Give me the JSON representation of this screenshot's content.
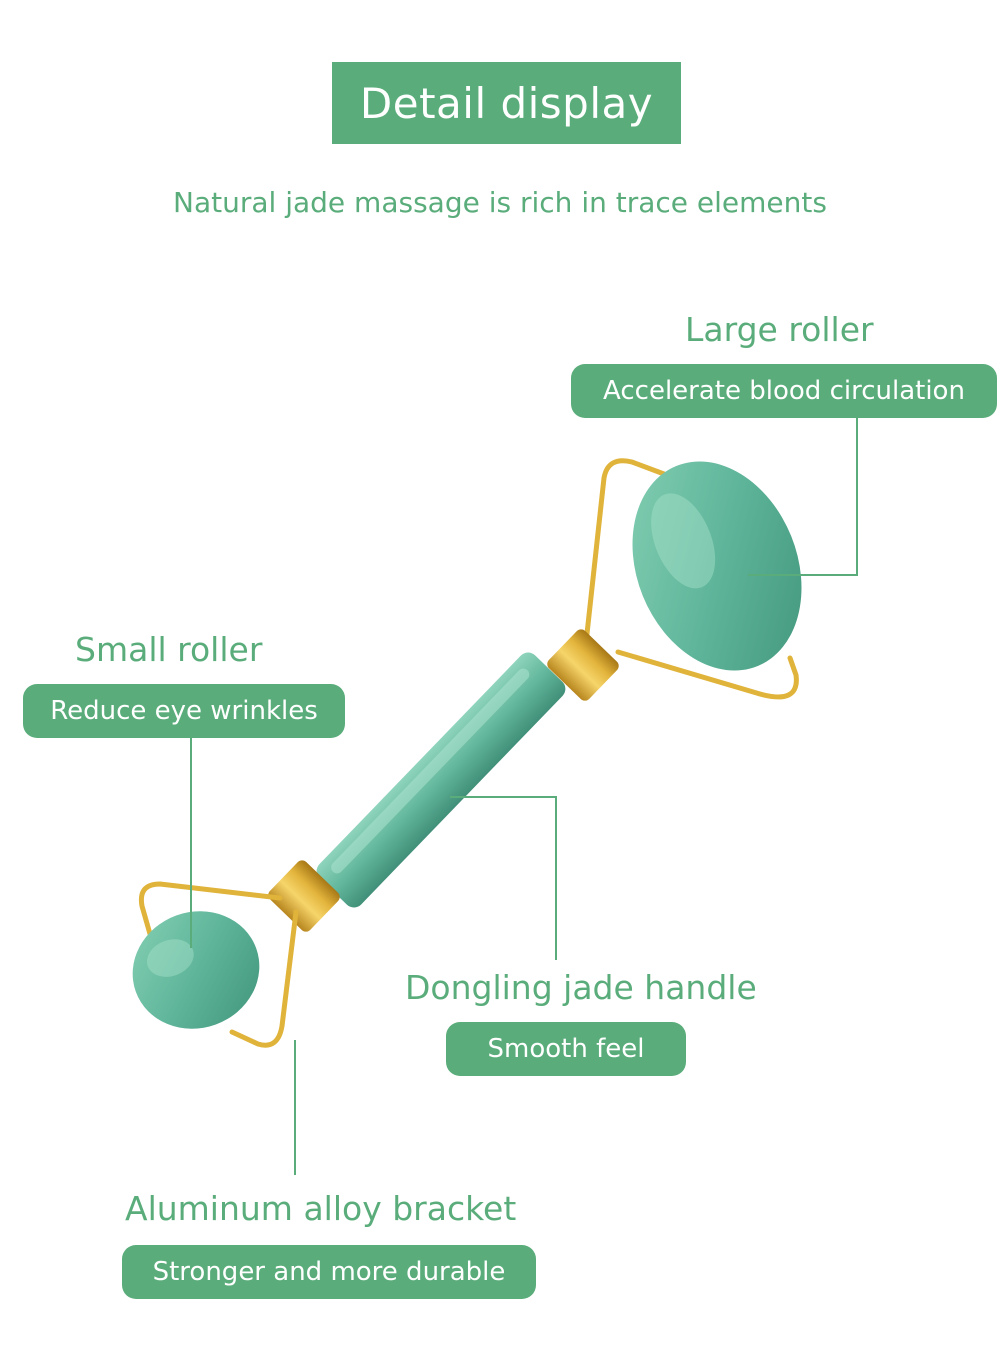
{
  "header": {
    "title": "Detail display",
    "subtitle": "Natural jade massage is rich in trace elements"
  },
  "callouts": {
    "large_roller": {
      "title": "Large roller",
      "desc": "Accelerate blood circulation"
    },
    "small_roller": {
      "title": "Small roller",
      "desc": "Reduce eye wrinkles"
    },
    "handle": {
      "title": "Dongling jade handle",
      "desc": "Smooth feel"
    },
    "bracket": {
      "title": "Aluminum alloy bracket",
      "desc": "Stronger and more durable"
    }
  },
  "colors": {
    "accent": "#5aad7b",
    "jade": "#5fb59a",
    "gold": "#e0b33a"
  }
}
